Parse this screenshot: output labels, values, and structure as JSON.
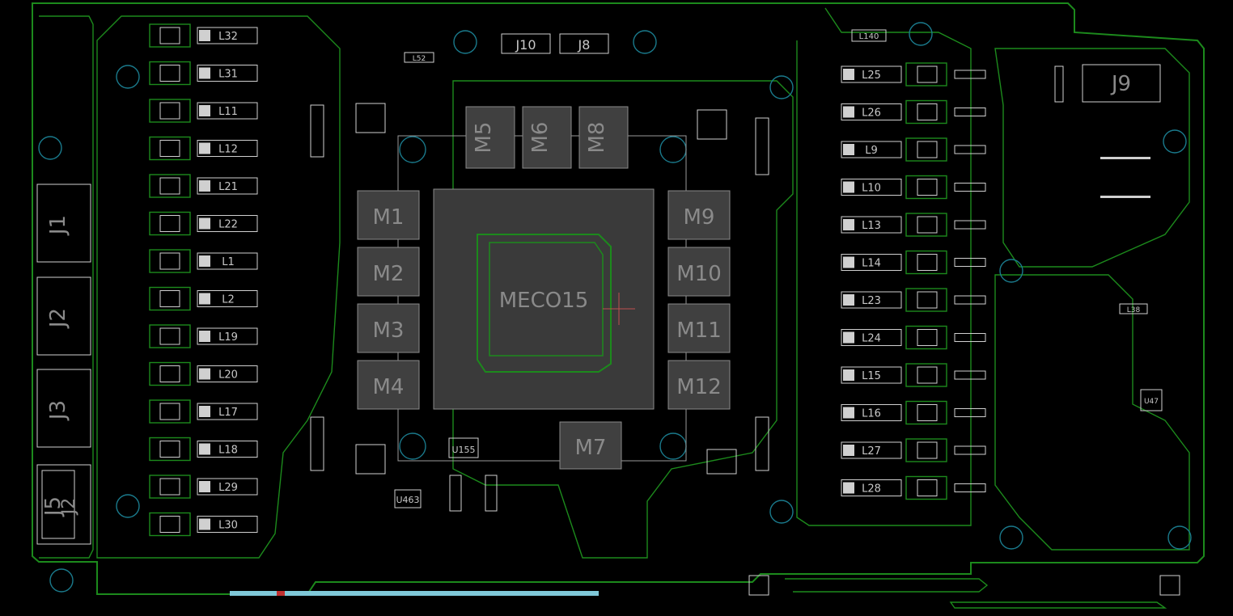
{
  "board": {
    "colors": {
      "background": "#000000",
      "outline": "#1c8a1c",
      "silk": "#d0d0d0",
      "hole": "#1a7a8c",
      "edge_connector": "#7fc8d8"
    },
    "left_connectors": [
      "J1",
      "J2",
      "J3",
      "J5"
    ],
    "j5_overlay": "J2",
    "top_connectors": [
      "J10",
      "J8"
    ],
    "right_connector": "J9",
    "gpu": "MECO15",
    "memory_left": [
      "M1",
      "M2",
      "M3",
      "M4"
    ],
    "memory_right": [
      "M9",
      "M10",
      "M11",
      "M12"
    ],
    "memory_top": [
      "M5",
      "M6",
      "M8"
    ],
    "memory_bottom": "M7",
    "u155": "U155",
    "u463": "U463",
    "u47": "U47",
    "l52": "L52",
    "l140": "L140",
    "l38": "L38",
    "left_inductors": [
      "L32",
      "L31",
      "L11",
      "L12",
      "L21",
      "L22",
      "L1",
      "L2",
      "L19",
      "L20",
      "L17",
      "L18",
      "L29",
      "L30"
    ],
    "right_inductors": [
      "L25",
      "L26",
      "L9",
      "L10",
      "L13",
      "L14",
      "L23",
      "L24",
      "L15",
      "L16",
      "L27",
      "L28"
    ]
  }
}
